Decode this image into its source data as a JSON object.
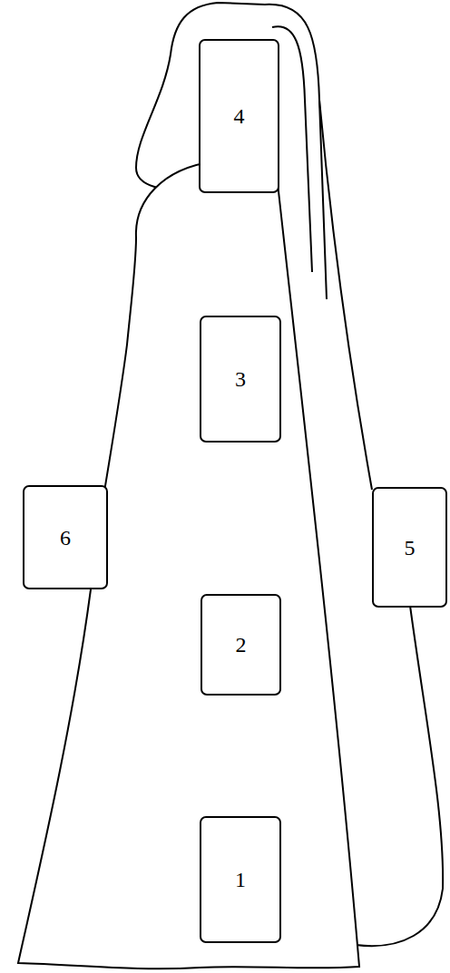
{
  "diagram": {
    "nodes": [
      {
        "text": [
          "4"
        ]
      },
      {
        "text": [
          "3"
        ]
      },
      {
        "text": [
          "6"
        ]
      },
      {
        "text": [
          "5"
        ]
      },
      {
        "text": [
          "2"
        ]
      },
      {
        "text": [
          "1"
        ]
      }
    ]
  }
}
